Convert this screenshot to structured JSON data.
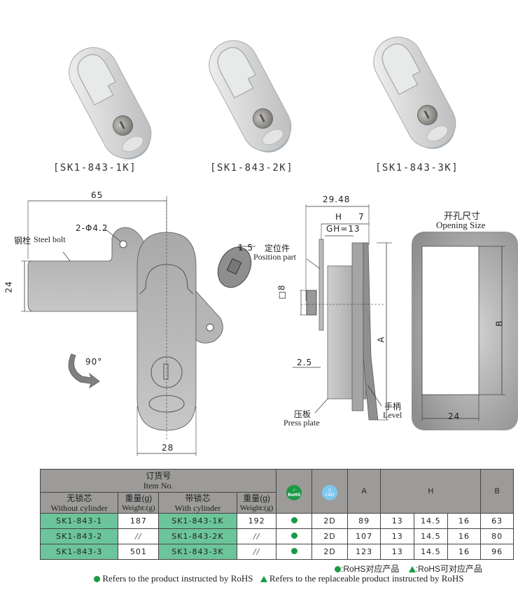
{
  "products": [
    {
      "label": "[SK1-843-1K]"
    },
    {
      "label": "[SK1-843-2K]"
    },
    {
      "label": "[SK1-843-3K]"
    }
  ],
  "front_view": {
    "width_dim": "65",
    "hole_dim": "2-Φ4.2",
    "bolt_cn": "钢栓",
    "bolt_en": "Steel bolt",
    "height_dim": "24",
    "rotation": "90°",
    "handle_width_dim": "28"
  },
  "position_part": {
    "thickness_dim": "1.5",
    "cn": "定位件",
    "en": "Position part"
  },
  "side_view": {
    "total_dim": "29.48",
    "h_dim": "H",
    "seven_dim": "7",
    "gh_dim": "GH=13",
    "square_dim": "□8",
    "a_dim": "A",
    "offset_dim": "2.5",
    "press_cn": "压板",
    "press_en": "Press plate",
    "lever_cn": "手柄",
    "lever_en": "Level"
  },
  "opening": {
    "title_cn": "开孔尺寸",
    "title_en": "Opening Size",
    "b_dim": "B",
    "width_dim": "24"
  },
  "table": {
    "header": {
      "item_no_cn": "订货号",
      "item_no_en": "Item No.",
      "without_cn": "无锁芯",
      "without_en": "Without cylinder",
      "weight_cn": "重量(g)",
      "weight_en": "Weight:(g)",
      "with_cn": "带锁芯",
      "with_en": "With cylinder",
      "rohs_icon": "RoHS",
      "cad_icon": "CAD",
      "a": "A",
      "h": "H",
      "b": "B"
    },
    "rows": [
      {
        "without": "SK1-843-1",
        "w1": "187",
        "with": "SK1-843-1K",
        "w2": "192",
        "rohs": "●",
        "cad": "2D",
        "a": "89",
        "h1": "13",
        "h2": "14.5",
        "h3": "16",
        "b": "63"
      },
      {
        "without": "SK1-843-2",
        "w1": "//",
        "with": "SK1-843-2K",
        "w2": "//",
        "rohs": "●",
        "cad": "2D",
        "a": "107",
        "h1": "13",
        "h2": "14.5",
        "h3": "16",
        "b": "80"
      },
      {
        "without": "SK1-843-3",
        "w1": "501",
        "with": "SK1-843-3K",
        "w2": "//",
        "rohs": "●",
        "cad": "2D",
        "a": "123",
        "h1": "13",
        "h2": "14.5",
        "h3": "16",
        "b": "96"
      }
    ]
  },
  "legend": {
    "cn_dot": ":RoHS对应产品",
    "cn_tri": ":RoHS可对应产品",
    "en_dot": "Refers to the product instructed by RoHS",
    "en_tri": "Refers to the replaceable product instructed by RoHS"
  },
  "colors": {
    "table_header": "#9c9b99",
    "item_green": "#6cc59a",
    "rohs_green": "#1a9a45",
    "cad_blue": "#7ec7ee"
  }
}
